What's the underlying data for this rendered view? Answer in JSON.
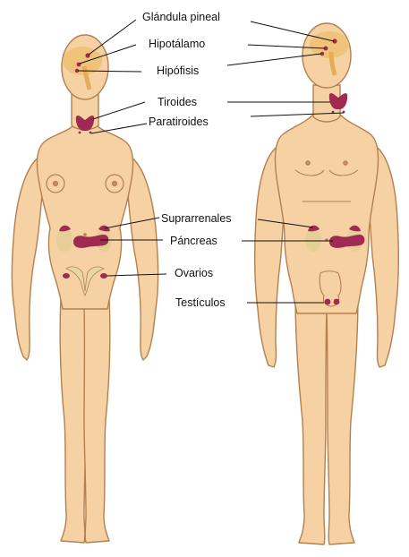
{
  "labels": {
    "pineal": "Glándula pineal",
    "hypothalamus": "Hipotálamo",
    "pituitary": "Hipófisis",
    "thyroid": "Tiroides",
    "parathyroid": "Paratiroides",
    "adrenal": "Suprarrenales",
    "pancreas": "Páncreas",
    "ovaries": "Ovarios",
    "testes": "Testículos"
  },
  "colors": {
    "skin": "#f6d1a3",
    "skin_outline": "#b3814e",
    "brain": "#f0c176",
    "gland": "#a12a52",
    "kidney": "#e5cf97",
    "leader_line": "#111111",
    "background": "#ffffff"
  }
}
